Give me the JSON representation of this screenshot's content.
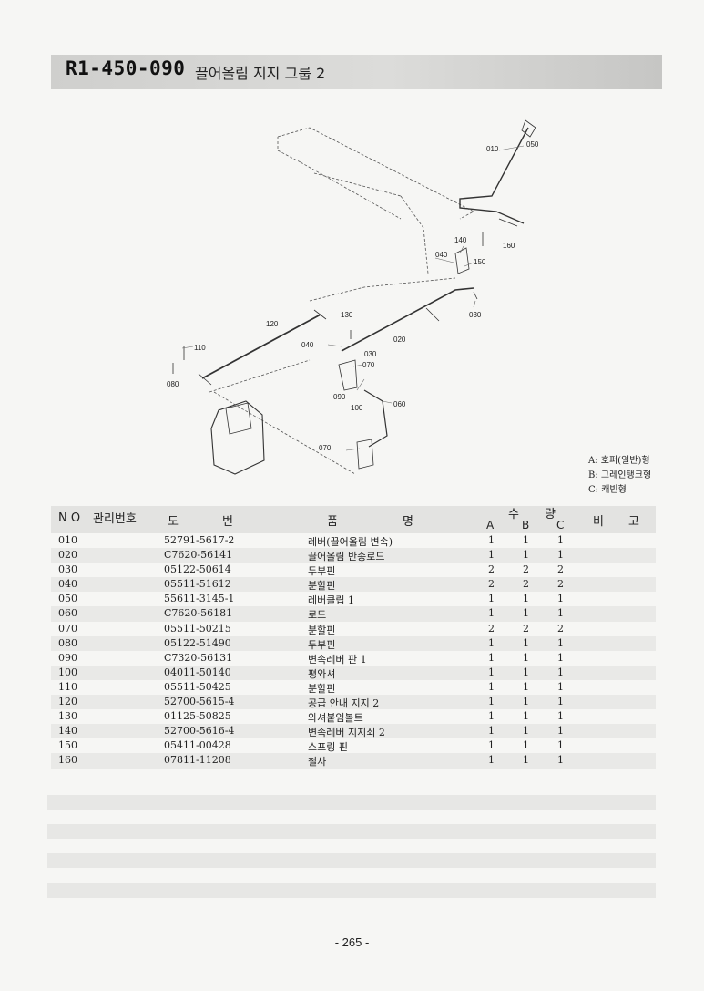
{
  "header": {
    "code": "R1-450-090",
    "title": "끌어올림 지지 그룹 2"
  },
  "diagram": {
    "callouts": [
      "010",
      "050",
      "140",
      "160",
      "040",
      "150",
      "030",
      "020",
      "130",
      "120",
      "040",
      "030",
      "070",
      "110",
      "080",
      "090",
      "100",
      "060",
      "070"
    ]
  },
  "legend": {
    "a": "A: 호퍼(일반)형",
    "b": "B: 그레인탱크형",
    "c": "C: 캐빈형"
  },
  "table": {
    "headers": {
      "no": "N O",
      "mgmt": "관리번호",
      "dwg1": "도",
      "dwg2": "번",
      "name1": "품",
      "name2": "명",
      "qty1": "수",
      "qty2": "량",
      "qa": "A",
      "qb": "B",
      "qc": "C",
      "remark1": "비",
      "remark2": "고"
    },
    "rows": [
      {
        "no": "010",
        "dwg": "52791-5617-2",
        "name": "레버(끌어올림 변속)",
        "a": "1",
        "b": "1",
        "c": "1"
      },
      {
        "no": "020",
        "dwg": "C7620-56141",
        "name": "끌어올림 반송로드",
        "a": "1",
        "b": "1",
        "c": "1"
      },
      {
        "no": "030",
        "dwg": "05122-50614",
        "name": "두부핀",
        "a": "2",
        "b": "2",
        "c": "2"
      },
      {
        "no": "040",
        "dwg": "05511-51612",
        "name": "분할핀",
        "a": "2",
        "b": "2",
        "c": "2"
      },
      {
        "no": "050",
        "dwg": "55611-3145-1",
        "name": "레버클립 1",
        "a": "1",
        "b": "1",
        "c": "1"
      },
      {
        "no": "060",
        "dwg": "C7620-56181",
        "name": "로드",
        "a": "1",
        "b": "1",
        "c": "1"
      },
      {
        "no": "070",
        "dwg": "05511-50215",
        "name": "분할핀",
        "a": "2",
        "b": "2",
        "c": "2"
      },
      {
        "no": "080",
        "dwg": "05122-51490",
        "name": "두부핀",
        "a": "1",
        "b": "1",
        "c": "1"
      },
      {
        "no": "090",
        "dwg": "C7320-56131",
        "name": "변속레버 판 1",
        "a": "1",
        "b": "1",
        "c": "1"
      },
      {
        "no": "100",
        "dwg": "04011-50140",
        "name": "평와셔",
        "a": "1",
        "b": "1",
        "c": "1"
      },
      {
        "no": "110",
        "dwg": "05511-50425",
        "name": "분할핀",
        "a": "1",
        "b": "1",
        "c": "1"
      },
      {
        "no": "120",
        "dwg": "52700-5615-4",
        "name": "공급 안내 지지 2",
        "a": "1",
        "b": "1",
        "c": "1"
      },
      {
        "no": "130",
        "dwg": "01125-50825",
        "name": "와셔붙임볼트",
        "a": "1",
        "b": "1",
        "c": "1"
      },
      {
        "no": "140",
        "dwg": "52700-5616-4",
        "name": "변속레버 지지쇠 2",
        "a": "1",
        "b": "1",
        "c": "1"
      },
      {
        "no": "150",
        "dwg": "05411-00428",
        "name": "스프링 핀",
        "a": "1",
        "b": "1",
        "c": "1"
      },
      {
        "no": "160",
        "dwg": "07811-11208",
        "name": "철사",
        "a": "1",
        "b": "1",
        "c": "1"
      }
    ]
  },
  "page_number": "- 265 -"
}
